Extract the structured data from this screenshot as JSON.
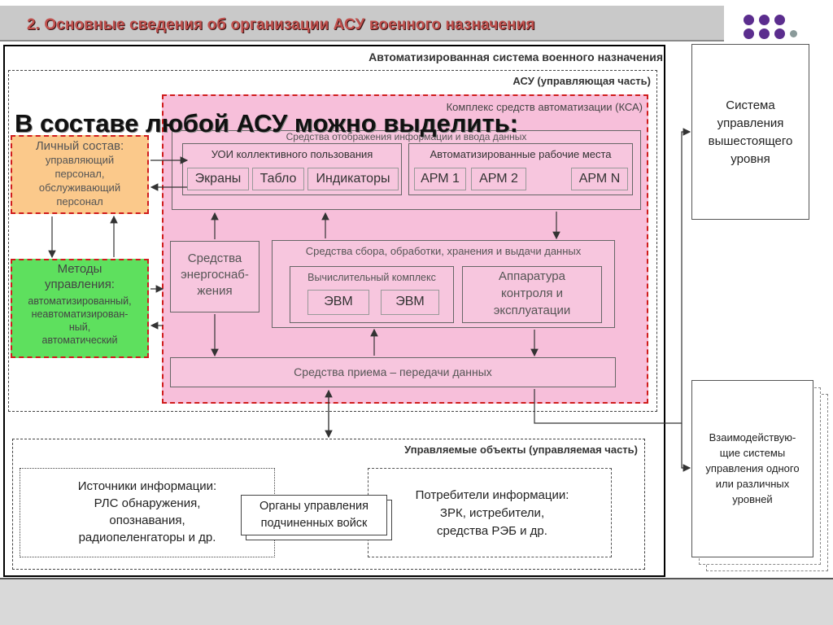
{
  "header": {
    "title": "2. Основные сведения об организации АСУ военного назначения"
  },
  "diagram": {
    "main_title": "Автоматизированная система военного назначения",
    "asu_label": "АСУ (управляющая часть)",
    "ksa_label": "Комплекс средств автоматизации (КСА)",
    "overlay_title": "В составе любой АСУ можно выделить:",
    "display_label": "Средства отображения информации и ввода данных",
    "uoi_label": "УОИ коллективного пользования",
    "uoi_items": [
      "Экраны",
      "Табло",
      "Индикаторы"
    ],
    "arm_label": "Автоматизированные рабочие места",
    "arm_items": [
      "АРМ 1",
      "АРМ 2",
      "АРМ N"
    ],
    "personnel": {
      "title": "Личный состав:",
      "lines": [
        "управляющий",
        "персонал,",
        "обслуживающий",
        "персонал"
      ]
    },
    "methods": {
      "title_1": "Методы",
      "title_2": "управления:",
      "lines": [
        "автоматизированный,",
        "неавтоматизирован-",
        "ный,",
        "автоматический"
      ]
    },
    "energy": [
      "Средства",
      "энергоснаб-",
      "жения"
    ],
    "processing_label": "Средства сбора, обработки, хранения и выдачи данных",
    "computing_label": "Вычислительный комплекс",
    "evm": [
      "ЭВМ",
      "ЭВМ"
    ],
    "control_equipment": [
      "Аппаратура",
      "контроля и",
      "эксплуатации"
    ],
    "transmission": "Средства приема – передачи данных",
    "managed_label": "Управляемые объекты (управляемая часть)",
    "sources": [
      "Источники информации:",
      "РЛС обнаружения,",
      "опознавания,",
      "радиопеленгаторы и др."
    ],
    "organs": [
      "Органы управления",
      "подчиненных войск"
    ],
    "consumers": [
      "Потребители информации:",
      "ЗРК, истребители,",
      "средства РЭБ и др."
    ],
    "higher_system": [
      "Система",
      "управления",
      "вышестоящего",
      "уровня"
    ],
    "interacting": [
      "Взаимодействую-",
      "щие системы",
      "управления одного",
      "или различных",
      "уровней"
    ]
  }
}
